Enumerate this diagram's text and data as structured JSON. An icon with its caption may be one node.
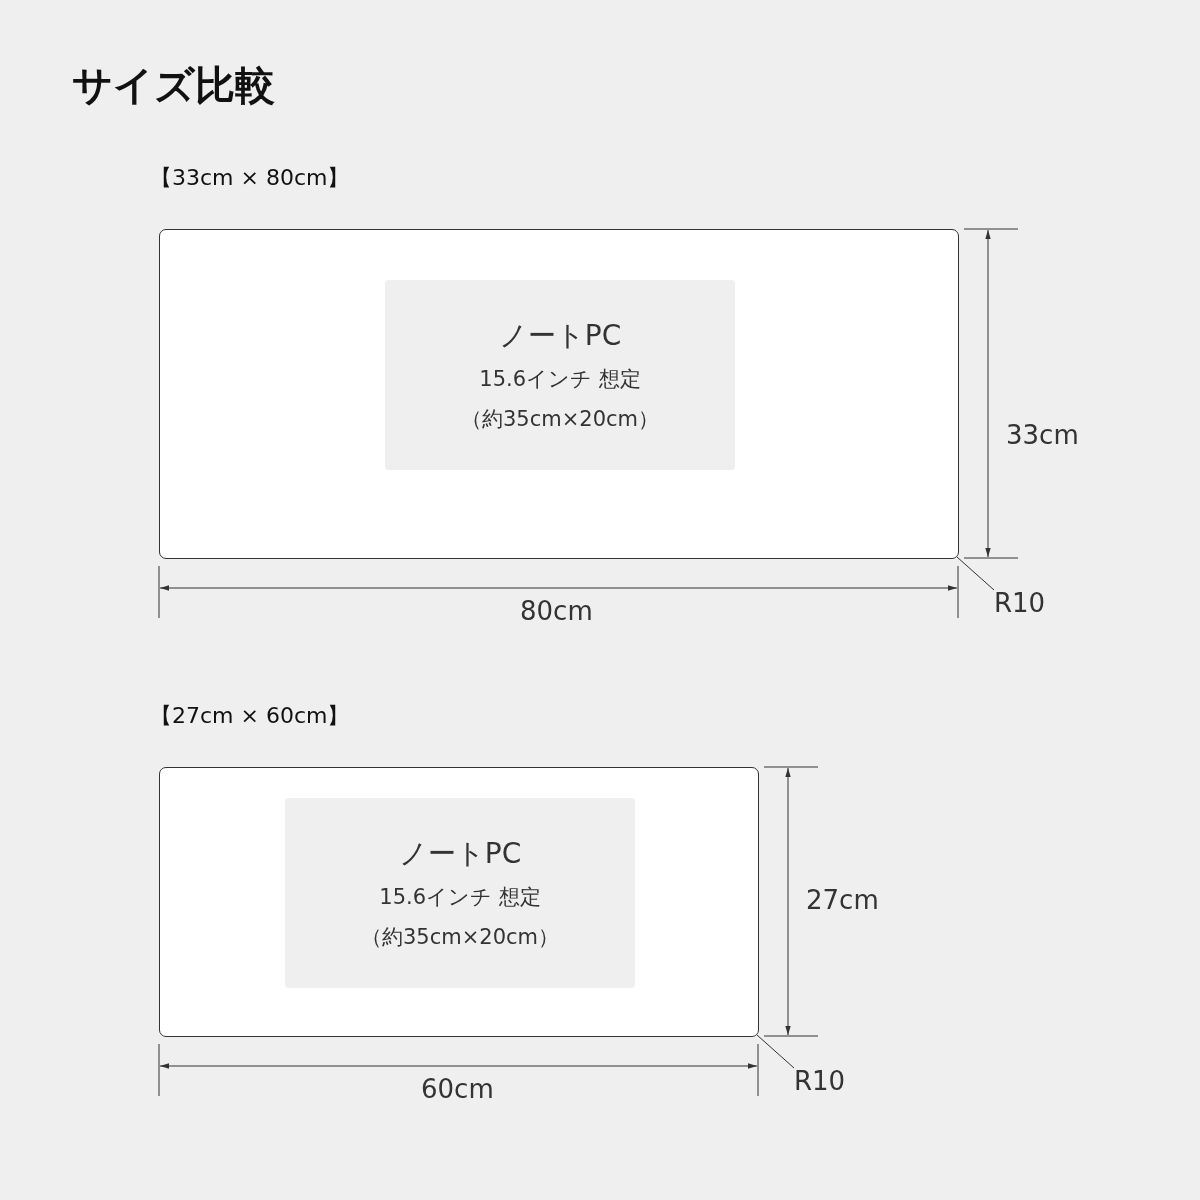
{
  "diagram": {
    "title": "サイズ比較",
    "nodes": [
      {
        "text": [
          "【33cm × 80cm】"
        ]
      },
      {
        "text": [
          "ノートPC",
          "15.6インチ 想定",
          "（約35cm×20cm）"
        ],
        "in": 0
      },
      {
        "text": [
          "R10"
        ]
      },
      {
        "text": [
          "【27cm × 60cm】"
        ]
      },
      {
        "text": [
          "ノートPC",
          "15.6インチ 想定",
          "（約35cm×20cm）"
        ],
        "in": 3
      },
      {
        "text": [
          "R10"
        ]
      }
    ],
    "edges": [
      {
        "from": 2,
        "to": 0,
        "arrow": "none"
      },
      {
        "from": 5,
        "to": 3,
        "arrow": "none"
      }
    ],
    "labels": [
      "33cm",
      "80cm",
      "27cm",
      "60cm"
    ]
  }
}
